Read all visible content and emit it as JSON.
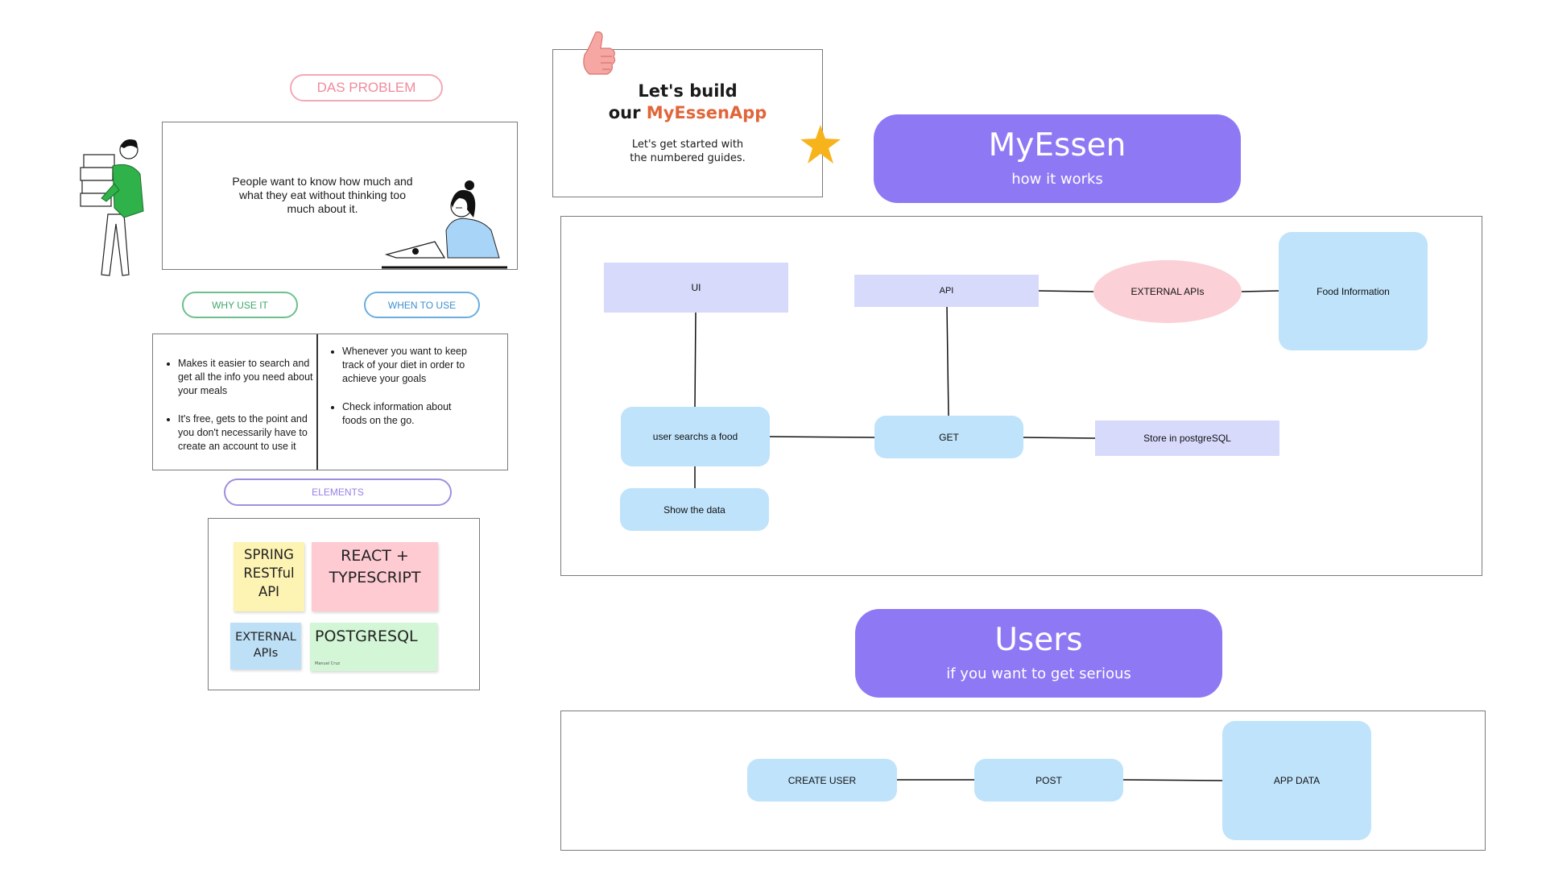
{
  "problem": {
    "pill": "DAS PROBLEM",
    "text": "People want to know how much and what they eat without thinking too much about it."
  },
  "why": {
    "pill": "WHY USE IT",
    "bullets": [
      "Makes it easier to search and get all the info you need about your meals",
      "It's free, gets to the point and you don't necessarily have to create an account to use it"
    ]
  },
  "when": {
    "pill": "WHEN TO USE",
    "bullets": [
      "Whenever you want to keep track of your diet in order to achieve your goals",
      "Check information about foods on the go."
    ]
  },
  "elements": {
    "pill": "ELEMENTS",
    "notes": [
      {
        "text": "SPRING RESTful API",
        "color": "#fdf3b3"
      },
      {
        "text": "REACT + TYPESCRIPT",
        "color": "#fecbd3"
      },
      {
        "text": "EXTERNAL APIs",
        "color": "#bde0f7"
      },
      {
        "text": "POSTGRESQL",
        "color": "#d3f7d6",
        "small": "Manuel Cruz"
      }
    ]
  },
  "intro": {
    "line1": "Let's build",
    "line2_prefix": "our ",
    "line2_highlight": "MyEssenApp",
    "sub1": "Let's get started with",
    "sub2": "the numbered guides."
  },
  "banner_main": {
    "title": "MyEssen",
    "subtitle": "how it works"
  },
  "banner_users": {
    "title": "Users",
    "subtitle": "if you want to get serious"
  },
  "flow_main": {
    "ui": "UI",
    "api": "API",
    "external_apis": "EXTERNAL APIs",
    "food_info": "Food Information",
    "user_search": "user searchs a food",
    "get": "GET",
    "store": "Store in postgreSQL",
    "show": "Show the data"
  },
  "flow_users": {
    "create_user": "CREATE USER",
    "post": "POST",
    "app_data": "APP DATA"
  },
  "colors": {
    "accent_purple": "#8f78f4",
    "node_blue": "#bfe3fb",
    "node_lavender": "#d7dafb",
    "node_pink": "#fbd0d6",
    "highlight_orange": "#e0663a",
    "pill_pink": "#f08a9b",
    "pill_green": "#3ea86a",
    "pill_blue": "#3b8fd0",
    "pill_purple": "#9a80e6"
  }
}
